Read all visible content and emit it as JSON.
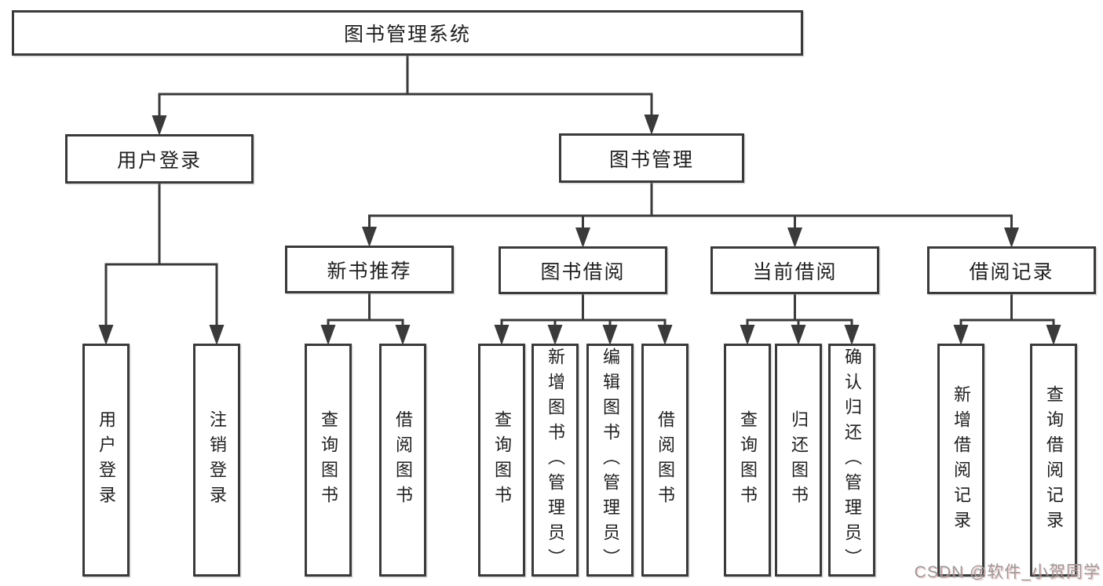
{
  "diagram": {
    "title": "图书管理系统",
    "watermark": "CSDN @软件_小贺同学",
    "colors": {
      "line": "#3a3a3a",
      "box_border": "#3a3a3a",
      "text": "#1f1f1f",
      "background": "#ffffff",
      "watermark": "#9a9a9a"
    },
    "nodes": [
      {
        "id": "root",
        "label": "图书管理系统",
        "level": 1
      },
      {
        "id": "user-login",
        "label": "用户登录",
        "level": 2
      },
      {
        "id": "book-mgmt",
        "label": "图书管理",
        "level": 2
      },
      {
        "id": "new-book-rec",
        "label": "新书推荐",
        "level": 3
      },
      {
        "id": "book-borrow",
        "label": "图书借阅",
        "level": 3
      },
      {
        "id": "current-borrow",
        "label": "当前借阅",
        "level": 3
      },
      {
        "id": "borrow-record",
        "label": "借阅记录",
        "level": 3
      },
      {
        "id": "leaf-user-login",
        "label": "用户登录",
        "level": 4
      },
      {
        "id": "leaf-logout",
        "label": "注销登录",
        "level": 4
      },
      {
        "id": "leaf-query-book-1",
        "label": "查询图书",
        "level": 4
      },
      {
        "id": "leaf-borrow-book-1",
        "label": "借阅图书",
        "level": 4
      },
      {
        "id": "leaf-query-book-2",
        "label": "查询图书",
        "level": 4
      },
      {
        "id": "leaf-add-book",
        "label": "新增图书（管理员）",
        "level": 4
      },
      {
        "id": "leaf-edit-book",
        "label": "编辑图书（管理员）",
        "level": 4
      },
      {
        "id": "leaf-borrow-book-2",
        "label": "借阅图书",
        "level": 4
      },
      {
        "id": "leaf-query-book-3",
        "label": "查询图书",
        "level": 4
      },
      {
        "id": "leaf-return-book",
        "label": "归还图书",
        "level": 4
      },
      {
        "id": "leaf-confirm-return",
        "label": "确认归还（管理员）",
        "level": 4
      },
      {
        "id": "leaf-add-borrow-record",
        "label": "新增借阅记录",
        "level": 4
      },
      {
        "id": "leaf-query-borrow-record",
        "label": "查询借阅记录",
        "level": 4
      }
    ],
    "edges": [
      {
        "from": "root",
        "to": [
          "user-login",
          "book-mgmt"
        ]
      },
      {
        "from": "user-login",
        "to": [
          "leaf-user-login",
          "leaf-logout"
        ]
      },
      {
        "from": "book-mgmt",
        "to": [
          "new-book-rec",
          "book-borrow",
          "current-borrow",
          "borrow-record"
        ]
      },
      {
        "from": "new-book-rec",
        "to": [
          "leaf-query-book-1",
          "leaf-borrow-book-1"
        ]
      },
      {
        "from": "book-borrow",
        "to": [
          "leaf-query-book-2",
          "leaf-add-book",
          "leaf-edit-book",
          "leaf-borrow-book-2"
        ]
      },
      {
        "from": "current-borrow",
        "to": [
          "leaf-query-book-3",
          "leaf-return-book",
          "leaf-confirm-return"
        ]
      },
      {
        "from": "borrow-record",
        "to": [
          "leaf-add-borrow-record",
          "leaf-query-borrow-record"
        ]
      }
    ]
  }
}
